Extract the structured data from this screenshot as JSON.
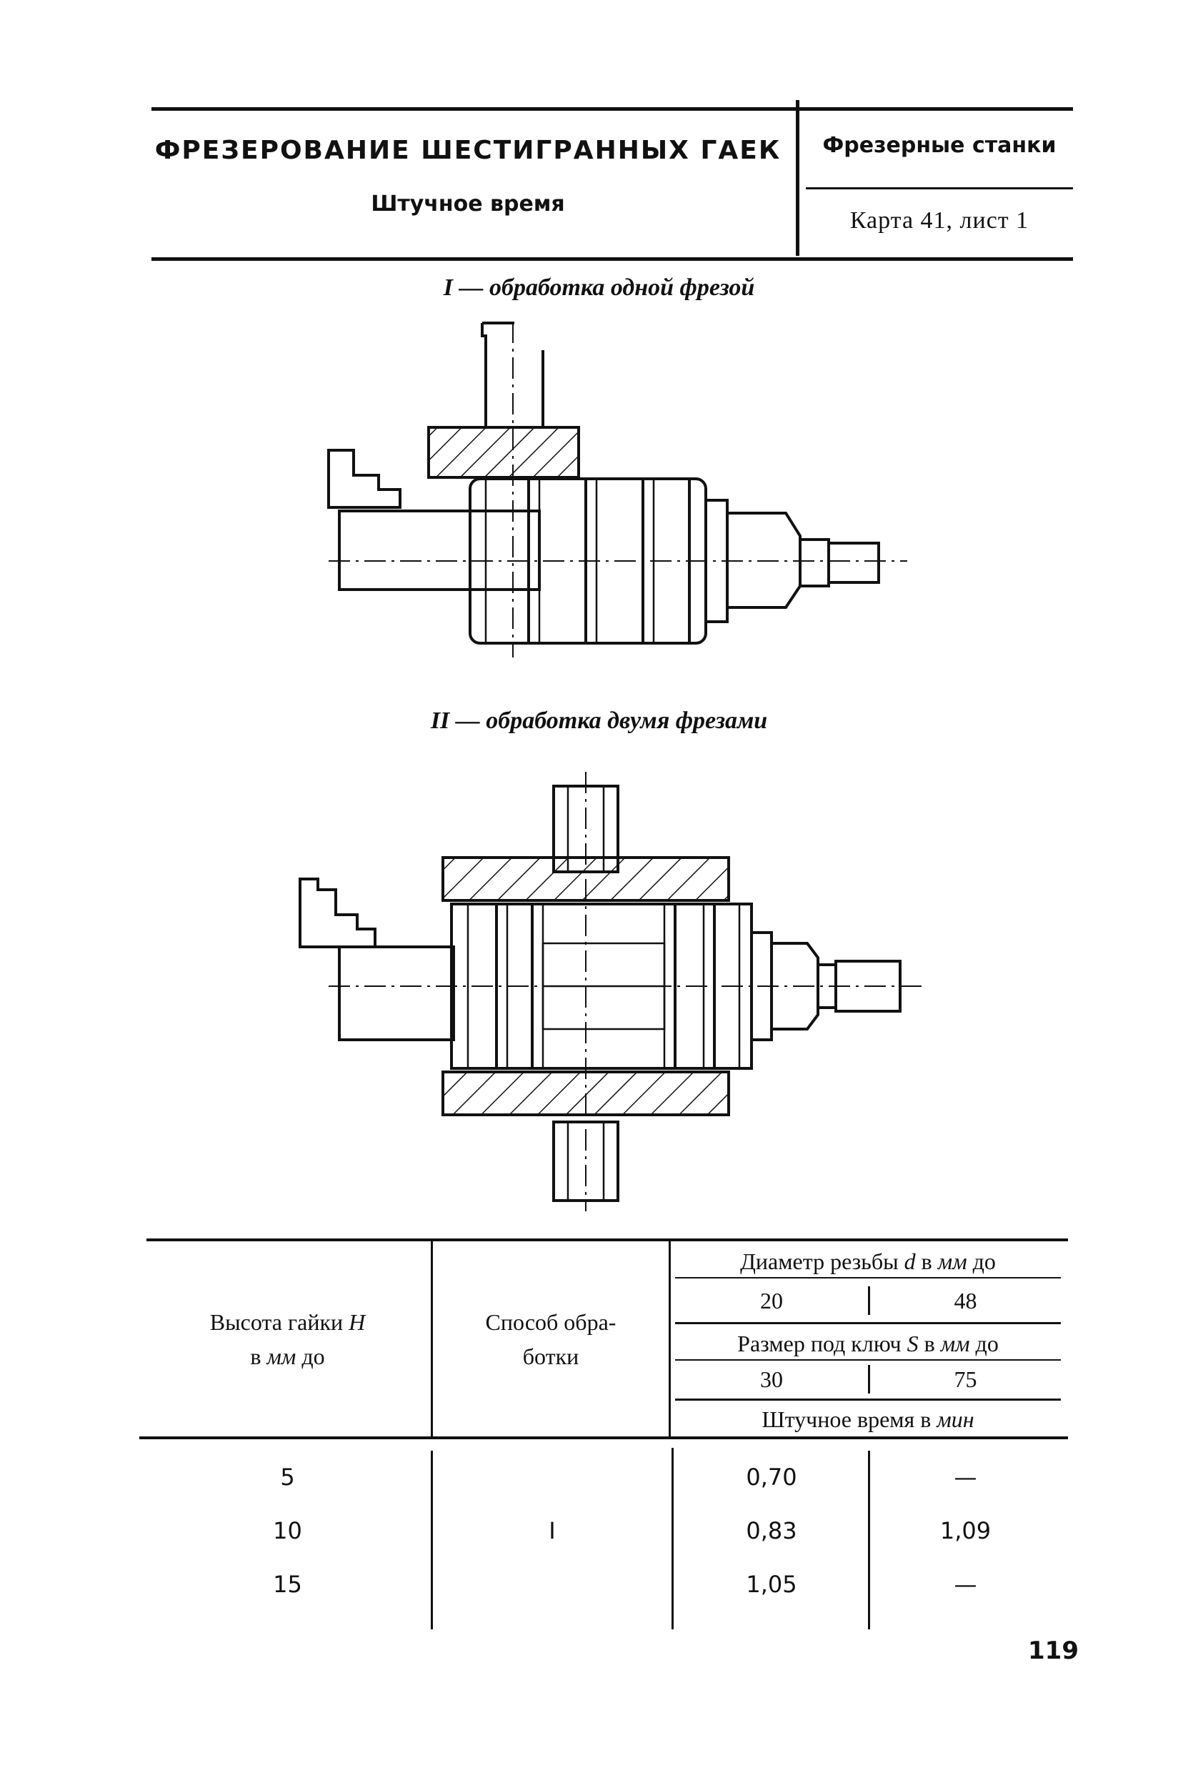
{
  "header": {
    "title": "ФРЕЗЕРОВАНИЕ ШЕСТИГРАННЫХ ГАЕК",
    "subtitle": "Штучное время",
    "machines": "Фрезерные станки",
    "card": "Карта 41, лист 1"
  },
  "figures": {
    "caption_1": "I — обработка одной фрезой",
    "caption_2": "II — обработка двумя фрезами"
  },
  "table": {
    "col_height_line1": "Высота гайки",
    "col_height_var": "H",
    "col_height_line2_unit": "мм",
    "col_height_line2_pre": "в",
    "col_height_line2_post": "до",
    "col_method_line1": "Способ обра-",
    "col_method_line2": "ботки",
    "diameter_label": "Диаметр резьбы",
    "diameter_var": "d",
    "diameter_pre": "в",
    "diameter_unit": "мм",
    "diameter_post": "до",
    "diameter_values": [
      "20",
      "48"
    ],
    "key_label": "Размер под ключ",
    "key_var": "S",
    "key_pre": "в",
    "key_unit": "мм",
    "key_post": "до",
    "key_values": [
      "30",
      "75"
    ],
    "time_label": "Штучное время в",
    "time_unit": "мин",
    "method_value": "I",
    "rows": [
      {
        "height": "5",
        "t1": "0,70",
        "t2": "—"
      },
      {
        "height": "10",
        "t1": "0,83",
        "t2": "1,09"
      },
      {
        "height": "15",
        "t1": "1,05",
        "t2": "—"
      }
    ]
  },
  "page_number": "119"
}
